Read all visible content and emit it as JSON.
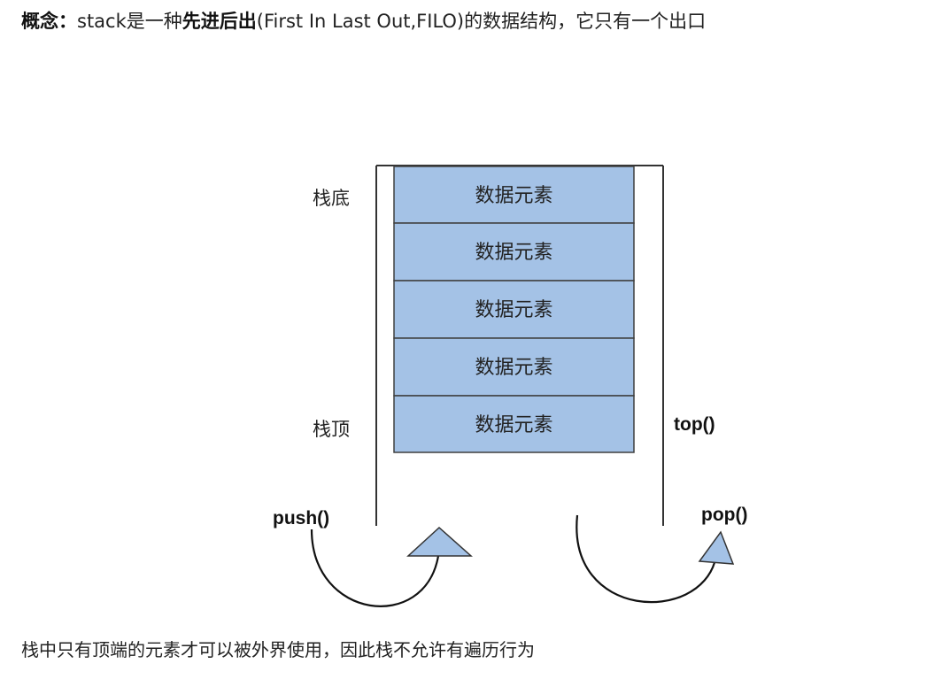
{
  "concept": {
    "label": "概念：",
    "text_before": "stack是一种",
    "emphasis": "先进后出",
    "text_after": "(First In Last Out,FILO)的数据结构，它只有一个出口"
  },
  "diagram": {
    "cells": [
      "数据元素",
      "数据元素",
      "数据元素",
      "数据元素",
      "数据元素"
    ],
    "bottom_label": "栈底",
    "top_label": "栈顶",
    "top_op": "top()",
    "push_op": "push()",
    "pop_op": "pop()",
    "colors": {
      "cell_fill": "#a4c2e6",
      "cell_stroke": "#3f3f3f",
      "wall_stroke": "#333333",
      "arrow_fill": "#a4c2e6"
    }
  },
  "footer": {
    "text": "栈中只有顶端的元素才可以被外界使用，因此栈不允许有遍历行为"
  }
}
